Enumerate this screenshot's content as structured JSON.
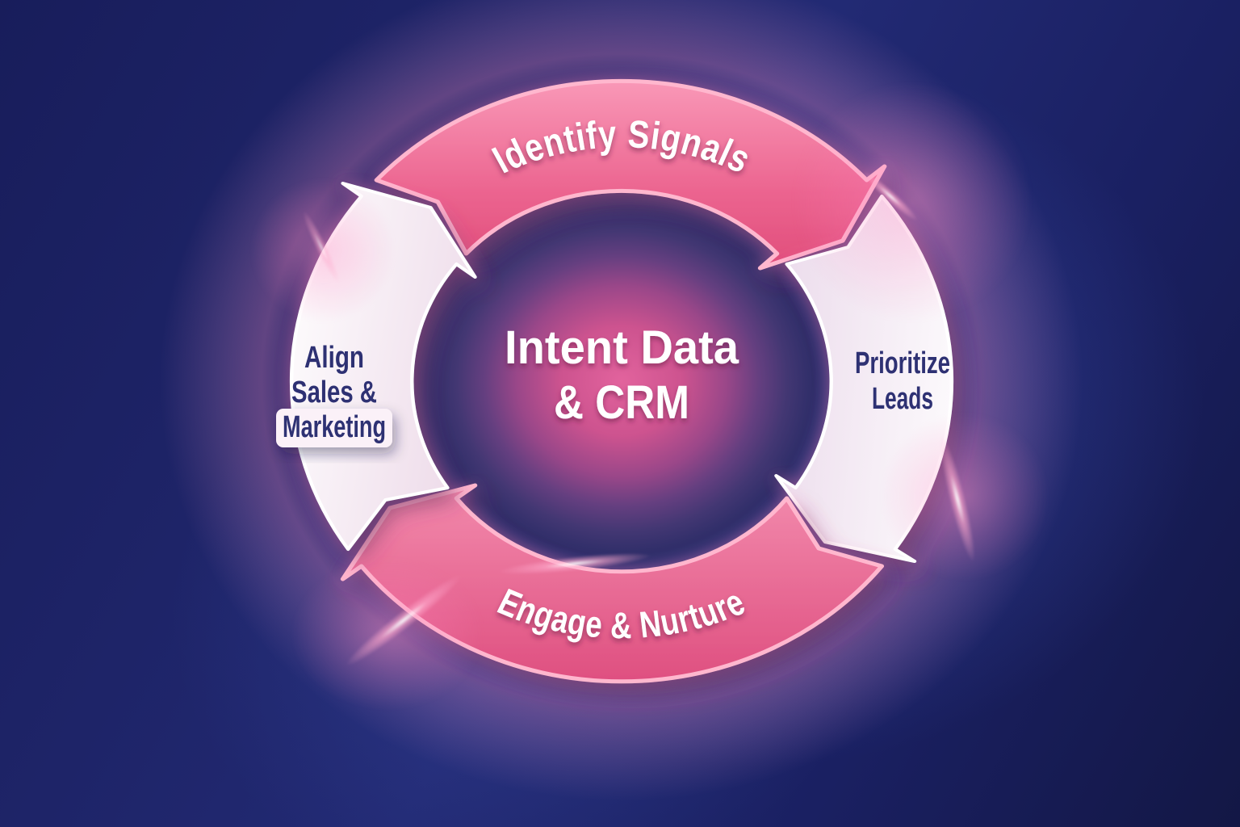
{
  "diagram": {
    "type": "cycle",
    "flow": "clockwise",
    "center": {
      "lines": [
        "Intent Data",
        "& CRM"
      ]
    },
    "steps": [
      {
        "label": "Identify Signals",
        "position": "top",
        "style": "pink"
      },
      {
        "label": "Prioritize Leads",
        "lines": [
          "Prioritize",
          "Leads"
        ],
        "position": "right",
        "style": "light"
      },
      {
        "label": "Engage & Nurture",
        "position": "bottom",
        "style": "pink"
      },
      {
        "label": "Align Sales & Marketing",
        "lines": [
          "Align",
          "Sales &",
          "Marketing"
        ],
        "position": "left",
        "style": "light"
      }
    ],
    "colors": {
      "background_navy": "#1c2268",
      "background_glow_blue": "#2e3f95",
      "pink_arrow": "#e65181",
      "pink_arrow_border": "#ffb7ce",
      "light_arrow": "#f6ebf4",
      "center_glow_pink": "#d4538c",
      "dark_text": "#2e3173",
      "light_text": "#ffffff"
    }
  }
}
